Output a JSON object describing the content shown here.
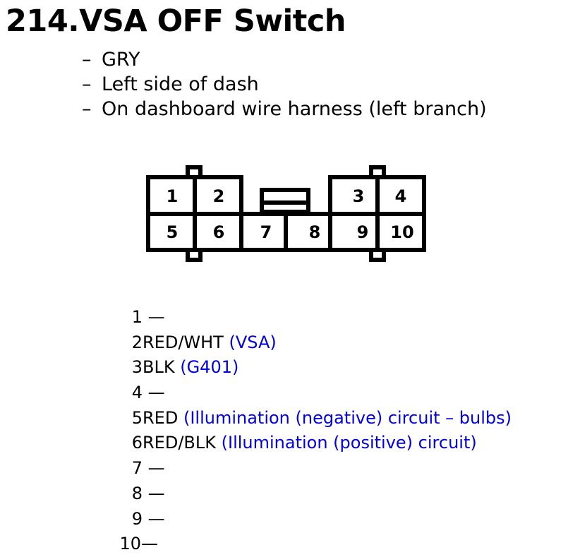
{
  "title": "214.VSA OFF Switch",
  "info": [
    "GRY",
    "Left side of dash",
    "On dashboard wire harness (left branch)"
  ],
  "info_dash": "–",
  "connector": {
    "pins": [
      "1",
      "2",
      "3",
      "4",
      "5",
      "6",
      "7",
      "8",
      "9",
      "10"
    ]
  },
  "pin_list": [
    {
      "num": "1",
      "wire": " —",
      "desc": ""
    },
    {
      "num": "2",
      "wire": "RED/WHT",
      "desc": "(VSA)"
    },
    {
      "num": "3",
      "wire": "BLK",
      "desc": " (G401)"
    },
    {
      "num": "4",
      "wire": " —",
      "desc": ""
    },
    {
      "num": "5",
      "wire": "RED",
      "desc": " (Illumination (negative) circuit – bulbs)"
    },
    {
      "num": "6",
      "wire": "RED/BLK",
      "desc": "(Illumination (positive) circuit)"
    },
    {
      "num": "7",
      "wire": " —",
      "desc": ""
    },
    {
      "num": "8",
      "wire": " —",
      "desc": ""
    },
    {
      "num": "9",
      "wire": " —",
      "desc": ""
    },
    {
      "num": "10",
      "wire": "—",
      "desc": ""
    }
  ],
  "colors": {
    "description": "#0000e0"
  }
}
